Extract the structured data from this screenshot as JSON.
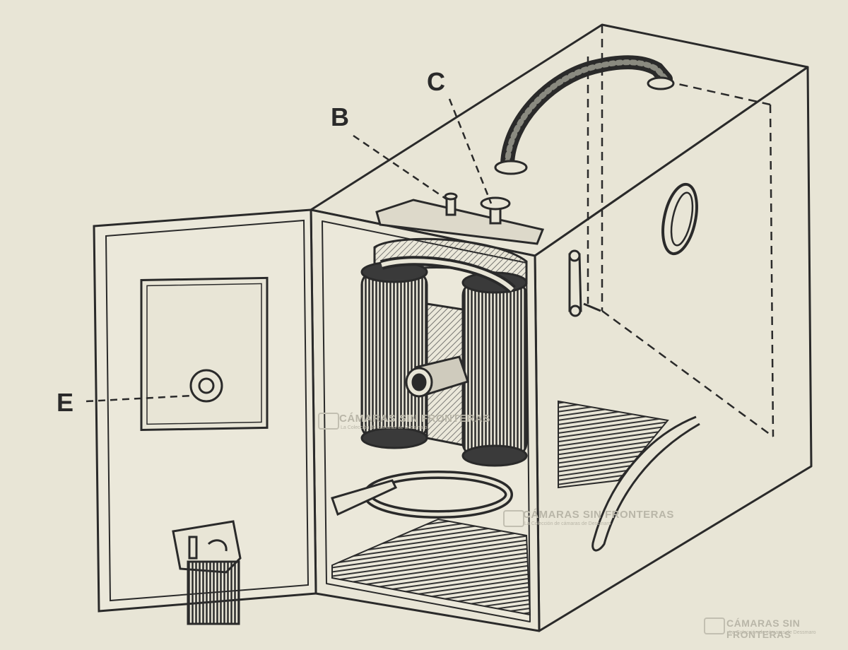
{
  "labels": {
    "b": "B",
    "c": "C",
    "e": "E"
  },
  "watermark": {
    "title": "CÁMARAS SIN FRONTERAS",
    "subtitle": "La Colección de cámaras de Dessmaro"
  },
  "colors": {
    "paper": "#e8e5d6",
    "ink": "#2a2a2a",
    "watermark": "#b9b6a8"
  }
}
